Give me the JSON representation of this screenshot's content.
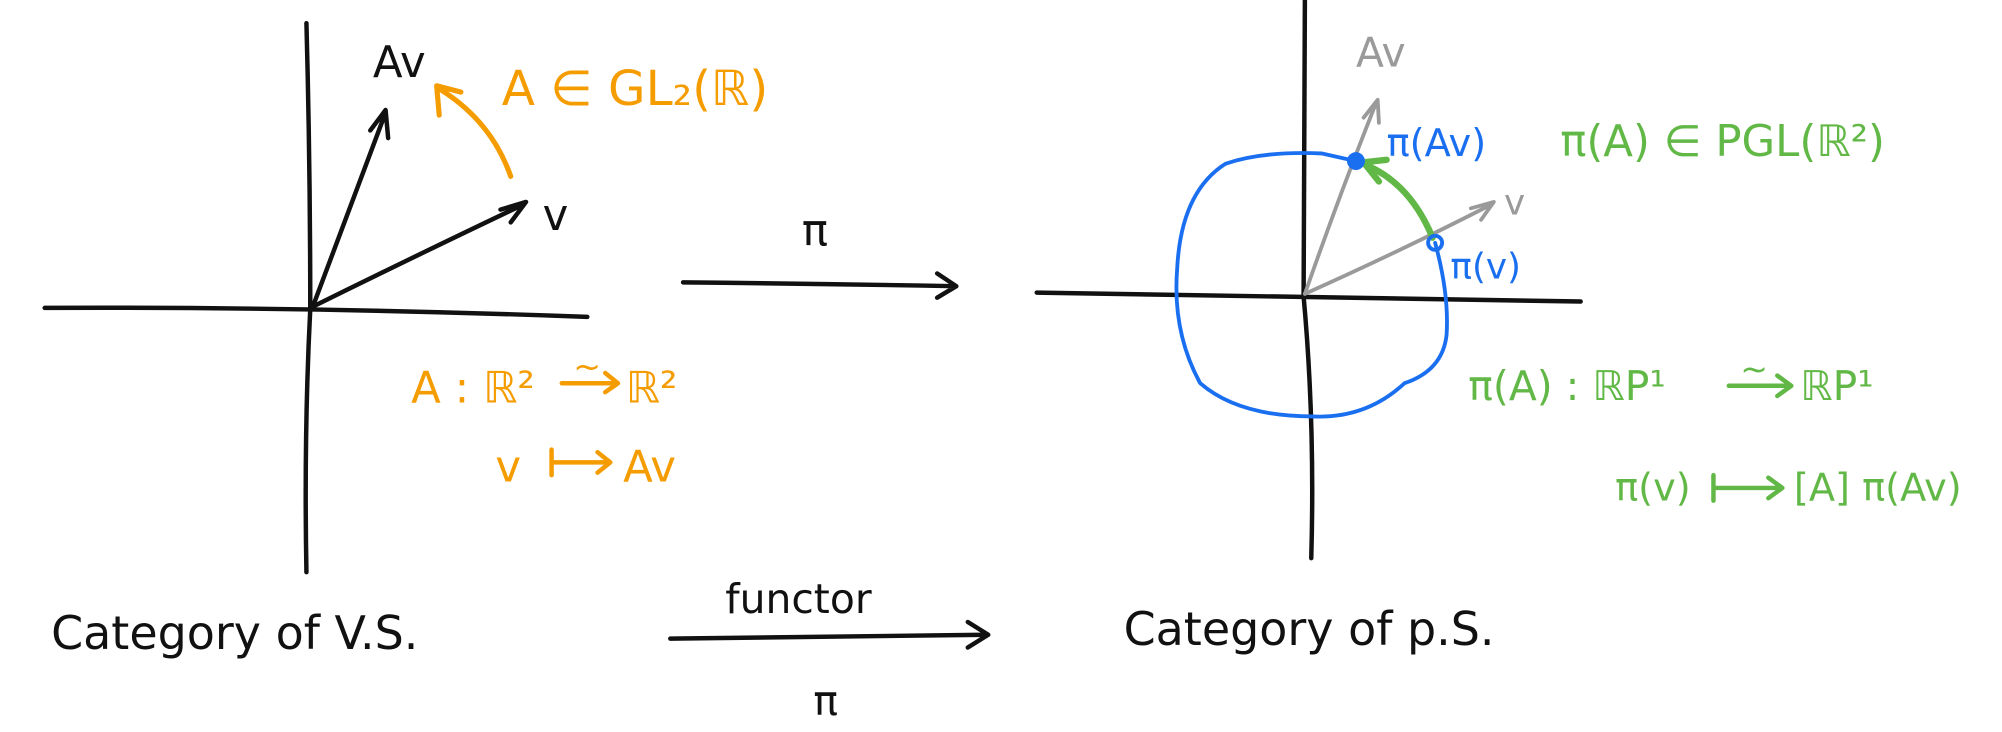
{
  "colors": {
    "black": "#111111",
    "orange": "#f59c00",
    "green": "#62b846",
    "blue": "#1a6ff0",
    "gray": "#9a9a9a"
  },
  "left_panel": {
    "label_Av": "Av",
    "label_v": "v",
    "group_label": "A ∈ GL₂(ℝ)",
    "map_lhs": "A : ℝ²",
    "map_iso": "~",
    "map_rhs": "ℝ²",
    "map_elem_lhs": "v",
    "map_elem_rhs": "Av"
  },
  "middle_arrow": {
    "label": "π"
  },
  "right_panel": {
    "label_Av": "Av",
    "label_v": "v",
    "point_Av": "π(Av)",
    "point_v": "π(v)",
    "group_label": "π(A) ∈ PGL(ℝ²)",
    "map_lhs": "π(A) : ℝP¹",
    "map_iso": "~",
    "map_rhs": "ℝP¹",
    "map_elem_lhs": "π(v)",
    "map_elem_rhs": "[A] π(Av)"
  },
  "bottom": {
    "left_category": "Category of V.S.",
    "functor_label": "functor",
    "functor_symbol": "π",
    "right_category": "Category of p.S."
  }
}
